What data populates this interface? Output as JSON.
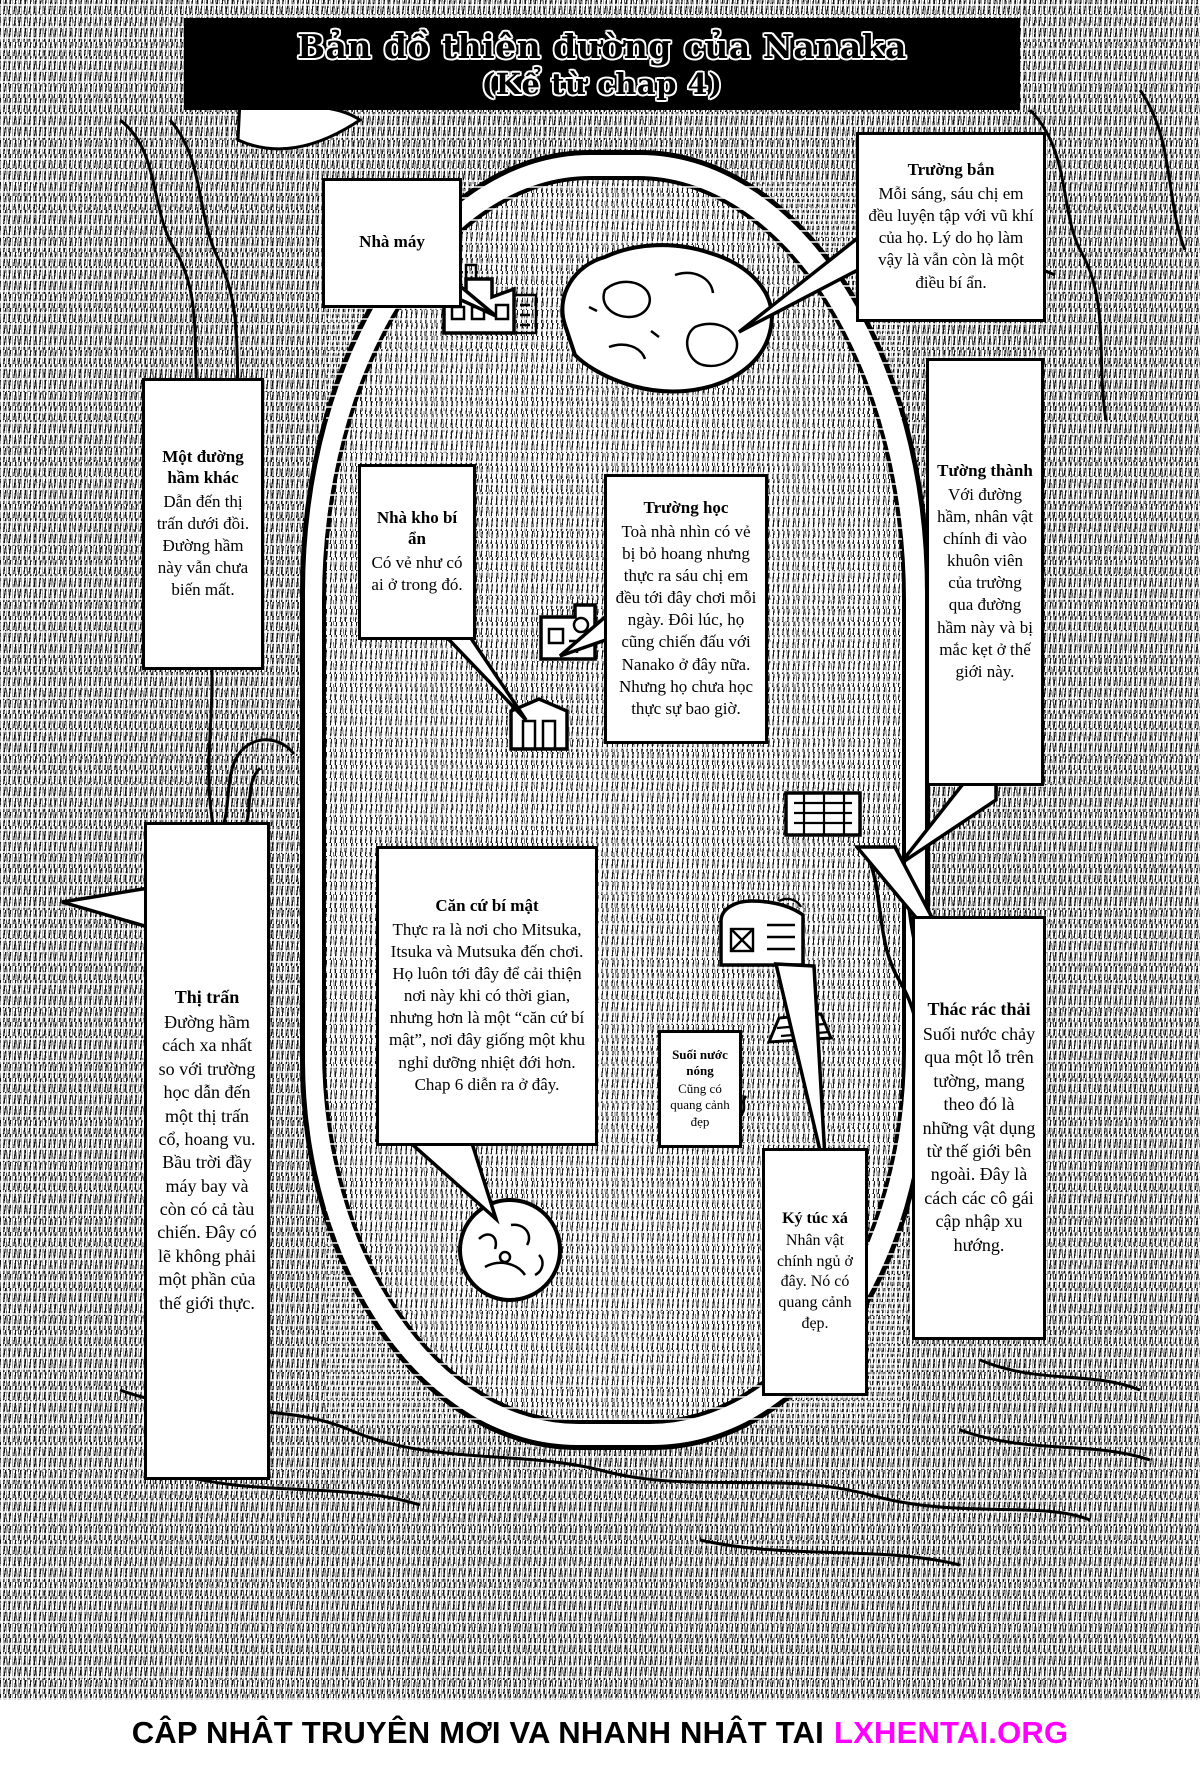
{
  "title": {
    "line1": "Bản đồ thiên đường của Nanaka",
    "line2": "(Kể từ chap 4)"
  },
  "callouts": {
    "factory": {
      "heading": "Nhà máy",
      "body": ""
    },
    "shooting_range": {
      "heading": "Trường bắn",
      "body": "Mỗi sáng, sáu chị em đều luyện tập với vũ khí của họ. Lý do họ làm vậy là vẫn còn là một điều bí ẩn."
    },
    "other_tunnel": {
      "heading": "Một đường hầm khác",
      "body": "Dẫn đến thị trấn dưới đồi. Đường hầm này vẫn chưa biến mất."
    },
    "mystery_warehouse": {
      "heading": "Nhà kho bí ẩn",
      "body": "Có vẻ như có ai ở trong đó."
    },
    "school": {
      "heading": "Trường học",
      "body": "Toà nhà nhìn có vẻ bị bỏ hoang nhưng thực ra sáu chị em đều tới đây chơi mỗi ngày. Đôi lúc, họ cũng chiến đấu với Nanako ở đây nữa. Nhưng họ chưa học thực sự bao giờ."
    },
    "great_wall": {
      "heading": "Tường thành",
      "body": "Với đường hầm, nhân vật chính đi vào khuôn viên của trường qua đường hầm này và bị mắc kẹt ở thế giới này."
    },
    "town": {
      "heading": "Thị trấn",
      "body": "Đường hầm cách xa nhất so với trường học dẫn đến một thị trấn cổ, hoang vu. Bầu trời đầy máy bay và còn có cả tàu chiến. Đây có lẽ không phải một phần của thế giới thực."
    },
    "secret_base": {
      "heading": "Căn cứ bí mật",
      "body": "Thực ra là nơi cho Mitsuka, Itsuka và Mutsuka đến chơi. Họ luôn tới đây để cải thiện nơi này khi có thời gian, nhưng hơn là một “căn cứ bí mật”, nơi đây giống một khu nghỉ dưỡng nhiệt đới hơn. Chap 6 diễn ra ở đây."
    },
    "hot_spring": {
      "heading": "Suối nước nóng",
      "body": "Cũng có quang cảnh đẹp"
    },
    "dormitory": {
      "heading": "Ký túc xá",
      "body": "Nhân vật chính ngủ ở đây. Nó có quang cảnh đẹp."
    },
    "waste_waterfall": {
      "heading": "Thác rác thải",
      "body": "Suối nước chảy qua một lỗ trên tường, mang theo đó là những vật dụng từ thế giới bên ngoài. Đây là cách các cô gái cập nhập xu hướng."
    }
  },
  "banner": {
    "text": "CÂP NHÂT TRUYÊN MƠI VA NHANH NHÂT TAI",
    "site": "LXHENTAI.ORG",
    "site_color": "#ff00ff",
    "text_color": "#000000"
  },
  "icons": {
    "factory": "factory-icon",
    "warehouse": "warehouse-icon",
    "school": "school-building-icon",
    "dorm": "dormitory-icon",
    "base": "secret-base-icon",
    "spring": "hot-spring-icon",
    "lake": "lake-icon"
  }
}
